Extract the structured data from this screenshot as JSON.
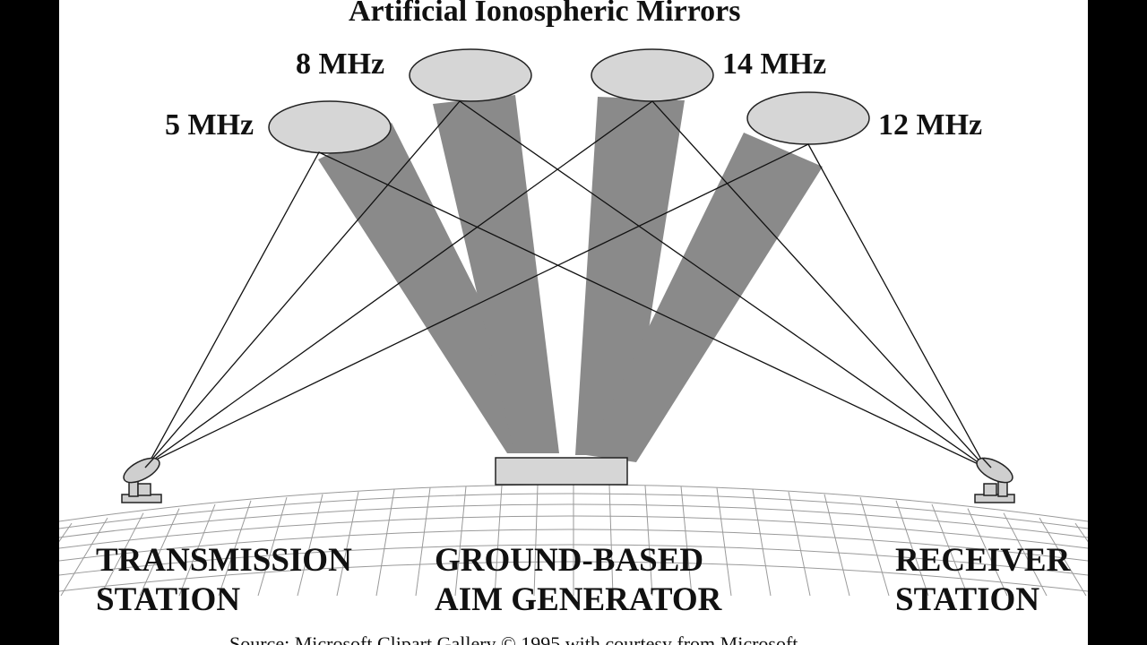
{
  "title": "Artificial Ionospheric Mirrors",
  "mirrors": [
    {
      "id": "5mhz",
      "label": "5 MHz"
    },
    {
      "id": "8mhz",
      "label": "8 MHz"
    },
    {
      "id": "14mhz",
      "label": "14 MHz"
    },
    {
      "id": "12mhz",
      "label": "12 MHz"
    }
  ],
  "stations": {
    "transmission": {
      "line1": "TRANSMISSION",
      "line2": "STATION"
    },
    "generator": {
      "line1": "GROUND-BASED",
      "line2": "AIM GENERATOR"
    },
    "receiver": {
      "line1": "RECEIVER",
      "line2": "STATION"
    }
  },
  "source": "Source: Microsoft Clipart Gallery © 1995 with courtesy from Microsoft",
  "colors": {
    "beam": "#8a8a8a",
    "mirror_fill": "#d6d6d6",
    "mirror_stroke": "#222222",
    "ray": "#111111",
    "earth_grid": "#9a9a9a",
    "background": "#ffffff",
    "frame": "#000000"
  }
}
